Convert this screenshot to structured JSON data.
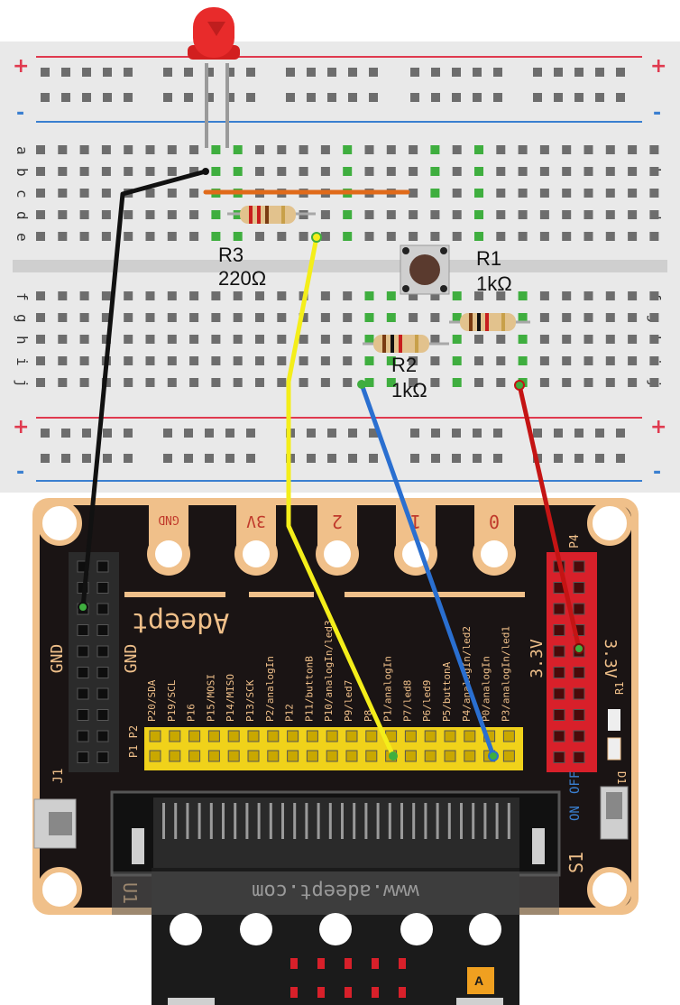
{
  "breadboard": {
    "rail_plus": "+",
    "rail_minus": "-",
    "row_letters_top": [
      "a",
      "b",
      "c",
      "d",
      "e"
    ],
    "row_letters_bottom": [
      "f",
      "g",
      "h",
      "i",
      "j"
    ],
    "colors": {
      "body": "#e9e9e9",
      "hole": "#6d6d6d",
      "hole_active": "#3fae3f",
      "rail_red": "#e03a4f",
      "rail_blue": "#3a7fd0"
    }
  },
  "components": {
    "led": {
      "color": "#e82b2b"
    },
    "r3": {
      "name": "R3",
      "value": "220Ω"
    },
    "r1": {
      "name": "R1",
      "value": "1kΩ"
    },
    "r2": {
      "name": "R2",
      "value": "1kΩ"
    },
    "button": {
      "color": "#5a3a2e"
    }
  },
  "wires": [
    {
      "name": "black-wire",
      "color": "#111111"
    },
    {
      "name": "orange-wire",
      "color": "#e06a1a"
    },
    {
      "name": "yellow-wire",
      "color": "#f4ee1a"
    },
    {
      "name": "blue-wire",
      "color": "#2a6fd0"
    },
    {
      "name": "red-wire",
      "color": "#c41414"
    }
  ],
  "board": {
    "brand": "Adeept",
    "url": "www.adeept.com",
    "pads": [
      "GND",
      "3V",
      "2",
      "1",
      "0"
    ],
    "header_left_labels": [
      "GND",
      "GND"
    ],
    "header_right_label": "3.3V",
    "header_right_label2": "3.3V",
    "p4_label": "P4",
    "p1p2_label": "P1 P2",
    "j1_label": "J1",
    "u1_label": "U1",
    "s1_label": "S1",
    "switch_on": "ON",
    "switch_off": "OFF",
    "r1_label": "R1",
    "d1_label": "D1",
    "pin_labels": [
      "P20/SDA",
      "P19/SCL",
      "P16",
      "P15/MOSI",
      "P14/MISO",
      "P13/SCK",
      "P2/analogIn",
      "P12",
      "P11/buttonB",
      "P10/analogIn/led3",
      "P9/led7",
      "P8",
      "P1/analogIn",
      "P7/led8",
      "P6/led9",
      "P5/buttonA",
      "P4/analogIn/led2",
      "P0/analogIn",
      "P3/analogIn/led1"
    ],
    "button_letter": "A",
    "colors": {
      "pcb": "#1a1414",
      "edge": "#f0c08a",
      "yellow_header": "#f0d21a",
      "red_header": "#d8202a",
      "black_header": "#2b2b2b"
    }
  }
}
